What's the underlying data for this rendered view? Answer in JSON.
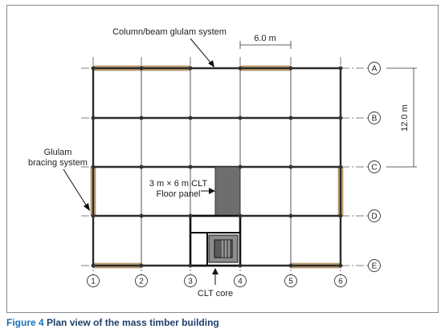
{
  "figure": {
    "label": "Figure 4",
    "title": "Plan view of the mass timber building"
  },
  "grid": {
    "rows": [
      "A",
      "B",
      "C",
      "D",
      "E"
    ],
    "columns": [
      "1",
      "2",
      "3",
      "4",
      "5",
      "6"
    ]
  },
  "annotations": {
    "column_beam": "Column/beam glulam system",
    "bay_width": "6.0 m",
    "bay_depth": "12.0 m",
    "bracing_line1": "Glulam",
    "bracing_line2": "bracing system",
    "panel_line1": "3 m × 6 m CLT",
    "panel_line2": "Floor panel",
    "core": "CLT core"
  },
  "colors": {
    "beam": "#2b2b2b",
    "glulam": "#c9a978",
    "panel": "#6e6e6e",
    "caption_label": "#1a6fb5",
    "caption_text": "#1f3f6a"
  }
}
